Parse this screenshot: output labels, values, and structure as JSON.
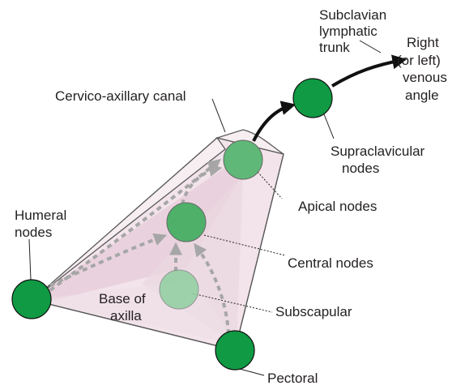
{
  "labels": {
    "subclavian_trunk": [
      "Subclavian",
      "lymphatic",
      "trunk"
    ],
    "venous_angle": [
      "Right",
      "(or left)",
      "venous",
      "angle"
    ],
    "canal": "Cervico-axillary canal",
    "supraclavicular": [
      "Supraclavicular",
      "nodes"
    ],
    "apical": "Apical nodes",
    "humeral": [
      "Humeral",
      "nodes"
    ],
    "central": "Central nodes",
    "base": [
      "Base of",
      "axilla"
    ],
    "subscapular": "Subscapular",
    "pectoral": "Pectoral"
  },
  "colors": {
    "node_green": "#0f9a43",
    "node_faded": "#7cc68e",
    "pyramid_fill": "#f2e4ea",
    "pyramid_shade": "#e6ccd8",
    "arrow_gray": "#a6a6a6",
    "flow_black": "#111111"
  }
}
